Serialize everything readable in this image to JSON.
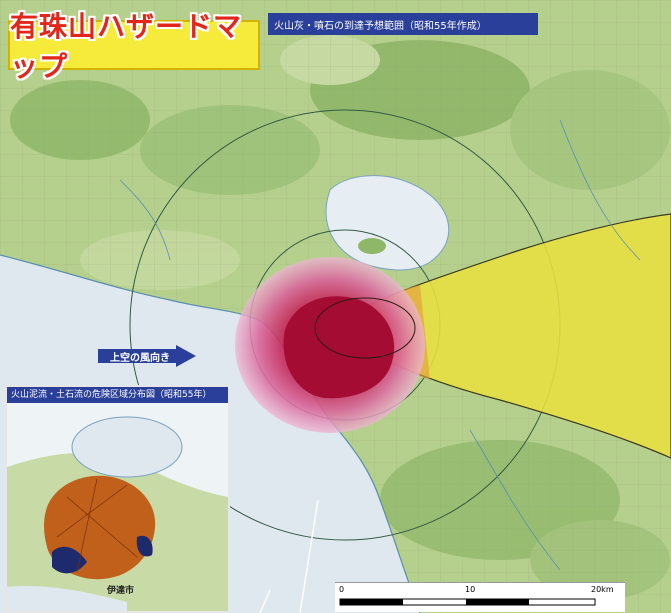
{
  "map": {
    "title": "有珠山ハザードマップ",
    "subtitle": "火山灰・噴石の到達予想範囲（昭和55年作成）",
    "wind_label": "上空の風向き",
    "inset_title": "火山泥流・土石流の危険区域分布図（昭和55年）",
    "inset_place": "伊達市",
    "scale": {
      "ticks": [
        "0",
        "10",
        "20km"
      ]
    },
    "colors": {
      "land": "#b5cf8c",
      "sea": "#dfe8ef",
      "hazard_core": "#b0103a",
      "hazard_outer": "#e39ac0",
      "ash_zone": "#e8e040",
      "label_bg": "#2a3f99",
      "title_bg": "#f6ea3a",
      "title_text": "#e2261a"
    }
  }
}
